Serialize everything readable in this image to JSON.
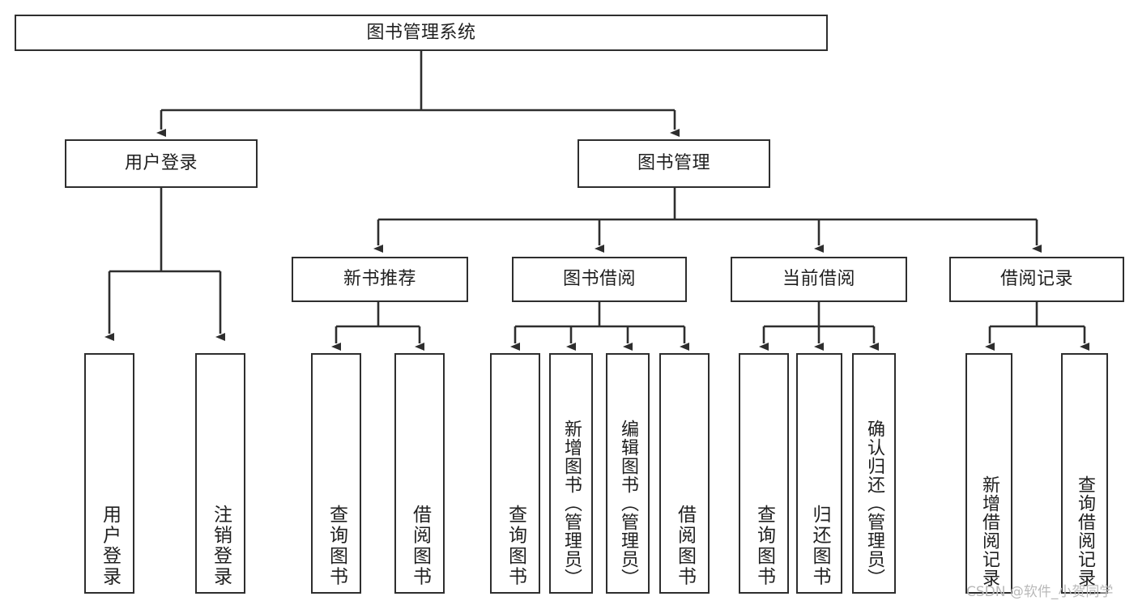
{
  "diagram": {
    "title": "图书管理系统",
    "type": "tree-hierarchy-diagram",
    "watermark": "CSDN @软件_小贺同学",
    "colors": {
      "background": "#ffffff",
      "box_border": "#2e2e2e",
      "text": "#1f1f1f",
      "connector": "#2e2e2e",
      "watermark": "#b9b9b9"
    },
    "nodes": {
      "root": {
        "label": "图书管理系统"
      },
      "level2": [
        {
          "id": "user-login",
          "label": "用户登录"
        },
        {
          "id": "book-management",
          "label": "图书管理"
        }
      ],
      "level3": [
        {
          "id": "new-book-recommend",
          "label": "新书推荐"
        },
        {
          "id": "book-borrow",
          "label": "图书借阅"
        },
        {
          "id": "current-borrow",
          "label": "当前借阅"
        },
        {
          "id": "borrow-record",
          "label": "借阅记录"
        }
      ],
      "leaves": {
        "user_login": [
          {
            "id": "leaf-user-login",
            "label": "用户登录"
          },
          {
            "id": "leaf-logout-login",
            "label": "注销登录"
          }
        ],
        "new_book_recommend": [
          {
            "id": "leaf-query-book-1",
            "label": "查询图书"
          },
          {
            "id": "leaf-borrow-book-1",
            "label": "借阅图书"
          }
        ],
        "book_borrow": [
          {
            "id": "leaf-query-book-2",
            "label": "查询图书"
          },
          {
            "id": "leaf-add-book",
            "label": "新增图书（管理员）"
          },
          {
            "id": "leaf-edit-book",
            "label": "编辑图书（管理员）"
          },
          {
            "id": "leaf-borrow-book-2",
            "label": "借阅图书"
          }
        ],
        "current_borrow": [
          {
            "id": "leaf-query-book-3",
            "label": "查询图书"
          },
          {
            "id": "leaf-return-book",
            "label": "归还图书"
          },
          {
            "id": "leaf-confirm-return",
            "label": "确认归还（管理员）"
          }
        ],
        "borrow_record": [
          {
            "id": "leaf-add-borrow-record",
            "label": "新增借阅记录"
          },
          {
            "id": "leaf-query-borrow-record",
            "label": "查询借阅记录"
          }
        ]
      }
    }
  }
}
